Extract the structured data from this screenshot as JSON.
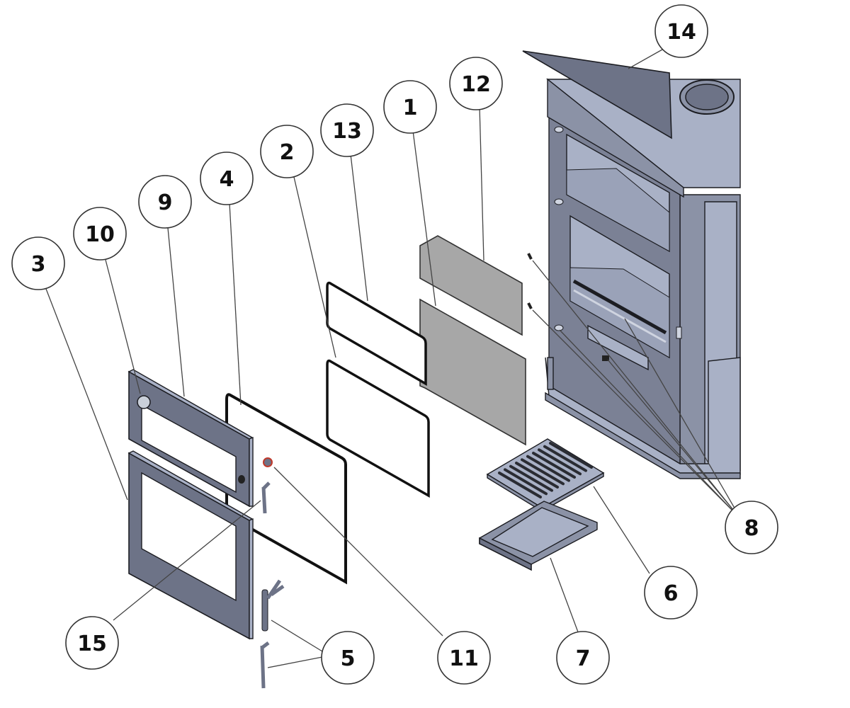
{
  "diagram": {
    "type": "exploded-parts-view",
    "subject": "corner wood stove",
    "callouts": [
      {
        "label": "14",
        "part": "baffle-plate"
      },
      {
        "label": "12",
        "part": "upper-side-panel"
      },
      {
        "label": "1",
        "part": "lower-side-panel"
      },
      {
        "label": "13",
        "part": "upper-door-glass"
      },
      {
        "label": "2",
        "part": "lower-door-glass"
      },
      {
        "label": "4",
        "part": "door-rope-seal"
      },
      {
        "label": "9",
        "part": "upper-door-frame"
      },
      {
        "label": "10",
        "part": "air-control-knob"
      },
      {
        "label": "3",
        "part": "lower-door-frame"
      },
      {
        "label": "15",
        "part": "door-latch-upper"
      },
      {
        "label": "11",
        "part": "door-handle-knob"
      },
      {
        "label": "5",
        "part": "door-hinges"
      },
      {
        "label": "6",
        "part": "grate"
      },
      {
        "label": "7",
        "part": "ash-pan"
      },
      {
        "label": "8",
        "part": "fixing-screws"
      }
    ]
  },
  "colors": {
    "steel_dark": "#6d7387",
    "steel_light": "#a9b1c6",
    "panel_grey": "#a7a7a7",
    "outline": "#1c1d22",
    "background": "#ffffff"
  }
}
